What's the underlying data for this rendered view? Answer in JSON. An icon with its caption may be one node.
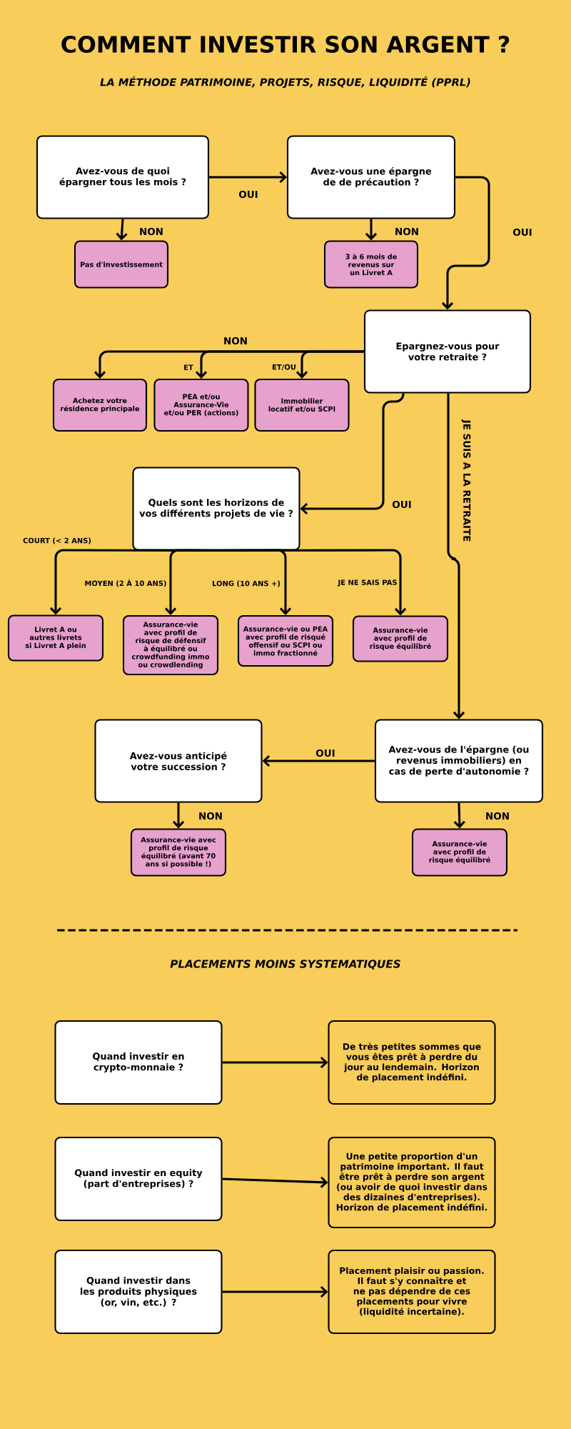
{
  "diagram": {
    "title": "COMMENT INVESTIR SON ARGENT ?",
    "nodes": [
      {
        "text": [
          "Avez-vous de quoi épargner tous les mois ?"
        ]
      },
      {
        "text": [
          "Pas d'investissement"
        ]
      },
      {
        "text": [
          "Avez-vous une épargne de de précaution ?"
        ]
      },
      {
        "text": [
          "3 à 6 mois de revenus sur un Livret A"
        ]
      },
      {
        "text": [
          "Epargnez-vous pour votre retraite ?"
        ]
      },
      {
        "text": [
          "Achetez votre résidence principale"
        ]
      },
      {
        "text": [
          "PEA et/ou Assurance-Vie et/ou PER (actions)"
        ]
      },
      {
        "text": [
          "Immobilier locatif et/ou SCPI"
        ]
      },
      {
        "text": [
          "Quels sont les horizons de vos différents projets de vie ?"
        ]
      },
      {
        "text": [
          "Livret A ou autres livrets si Livret A plein"
        ]
      },
      {
        "text": [
          "Assurance-vie avec profil de risque de défensif à équilibré ou crowdfunding immo ou crowdlending"
        ]
      },
      {
        "text": [
          "Assurance-vie ou PEA avec profil de risqué offensif ou SCPI ou immo fractionné"
        ]
      },
      {
        "text": [
          "Assurance-vie avec profil de risque équilibré"
        ]
      },
      {
        "text": [
          "Avez-vous de l'épargne (ou revenus immobiliers) en cas de perte d'autonomie ?"
        ]
      },
      {
        "text": [
          "Avez-vous anticipé votre succession ?"
        ]
      },
      {
        "text": [
          "Assurance-vie avec profil de risque équilibré (avant 70 ans si possible !)"
        ]
      },
      {
        "text": [
          "Assurance-vie avec profil de risque équilibré"
        ]
      },
      {
        "text": [
          "Quand investir en crypto-monnaie ?"
        ]
      },
      {
        "text": [
          "De très petites sommes que vous êtes prêt à perdre du jour au lendemain. Horizon de placement indéfini."
        ]
      },
      {
        "text": [
          "Quand investir en equity (part d'entreprises) ?"
        ]
      },
      {
        "text": [
          "Une petite proportion d'un patrimoine important. Il faut être prêt à perdre son argent (ou avoir de quoi investir dans des dizaines d'entreprises). Horizon de placement indéfini."
        ]
      },
      {
        "text": [
          "Quand investir dans les produits physiques (or, vin, etc.) ?"
        ]
      },
      {
        "text": [
          "Placement plaisir ou passion. Il faut s'y connaître et ne pas dépendre de ces placements pour vivre (liquidité incertaine)."
        ]
      }
    ],
    "edges": [
      {
        "from": 0,
        "to": 2,
        "arrow": "to",
        "label": "OUI"
      },
      {
        "from": 0,
        "to": 1,
        "arrow": "to",
        "label": "NON"
      },
      {
        "from": 2,
        "to": 3,
        "arrow": "to",
        "label": "NON"
      },
      {
        "from": 2,
        "to": 4,
        "arrow": "to",
        "label": "OUI"
      },
      {
        "from": 4,
        "to": 5,
        "arrow": "to",
        "label": "NON"
      },
      {
        "from": 4,
        "to": 6,
        "arrow": "to",
        "label": "ET"
      },
      {
        "from": 4,
        "to": 7,
        "arrow": "to",
        "label": "ET/OU"
      },
      {
        "from": 4,
        "to": 8,
        "arrow": "to",
        "label": "OUI"
      },
      {
        "from": 4,
        "to": 13,
        "arrow": "to",
        "label": "JE SUIS A LA RETRAITE"
      },
      {
        "from": 8,
        "to": 9,
        "arrow": "to",
        "label": "COURT (< 2 ANS)"
      },
      {
        "from": 8,
        "to": 10,
        "arrow": "to",
        "label": "MOYEN (2 À 10 ANS)"
      },
      {
        "from": 8,
        "to": 11,
        "arrow": "to",
        "label": "LONG (10 ANS +)"
      },
      {
        "from": 8,
        "to": 12,
        "arrow": "to",
        "label": "JE NE SAIS PAS"
      },
      {
        "from": 13,
        "to": 14,
        "arrow": "to",
        "label": "OUI"
      },
      {
        "from": 14,
        "to": 15,
        "arrow": "to",
        "label": "NON"
      },
      {
        "from": 13,
        "to": 16,
        "arrow": "to",
        "label": "NON"
      },
      {
        "from": 17,
        "to": 18,
        "arrow": "to"
      },
      {
        "from": 19,
        "to": 20,
        "arrow": "to"
      },
      {
        "from": 21,
        "to": 22,
        "arrow": "to"
      }
    ],
    "labels": [
      "LA MÉTHODE PATRIMOINE, PROJETS, RISQUE, LIQUIDITÉ (PPRL)",
      "PLACEMENTS MOINS SYSTEMATIQUES"
    ]
  }
}
